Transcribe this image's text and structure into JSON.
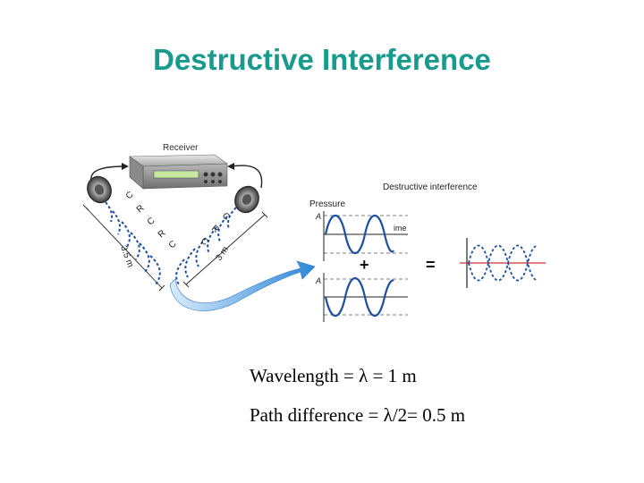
{
  "title": "Destructive Interference",
  "figure": {
    "receiver_label": "Receiver",
    "chart_title": "Destructive interference",
    "pressure_label": "Pressure",
    "amplitude_label_top": "A",
    "amplitude_label_bottom": "A",
    "time_label": "ime",
    "plus_sign": "+",
    "equals_sign": "=",
    "left_path_label": "3.5 m",
    "right_path_label": "3 m",
    "left_wave_markers": [
      "C",
      "R",
      "C",
      "R",
      "C"
    ],
    "right_wave_markers": [
      "C",
      "R",
      "C"
    ]
  },
  "captions": {
    "wavelength": "Wavelength = λ = 1 m",
    "path_difference": "Path difference = λ/2= 0.5 m"
  },
  "colors": {
    "title": "#1a9a8c",
    "wave": "#1e4fa0",
    "arrow": "#3a8ad8",
    "baseline_red": "#cc3333"
  }
}
